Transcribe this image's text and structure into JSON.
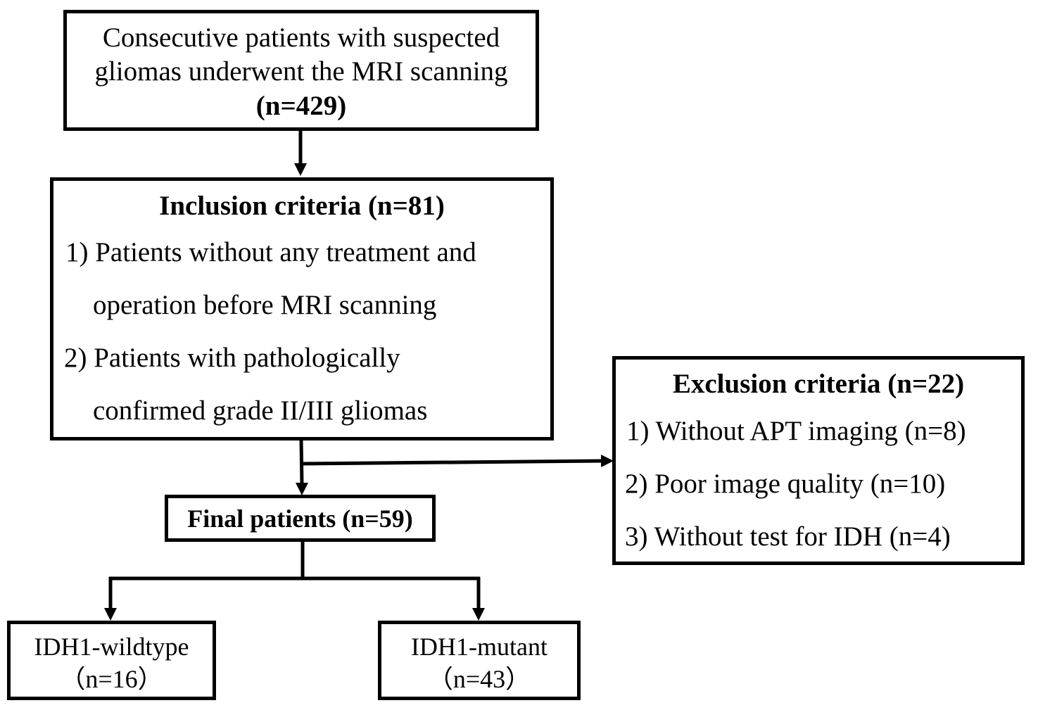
{
  "screening": {
    "line1": "Consecutive patients with suspected",
    "line2": "gliomas underwent the MRI scanning",
    "count": "(n=429)"
  },
  "inclusion": {
    "title": "Inclusion criteria (n=81)",
    "item1_line1": "1) Patients without any treatment and",
    "item1_line2": "operation before MRI scanning",
    "item2_line1": "2) Patients with pathologically",
    "item2_line2": "confirmed grade II/III gliomas"
  },
  "exclusion": {
    "title": "Exclusion criteria (n=22)",
    "item1": "1) Without APT imaging (n=8)",
    "item2": "2) Poor image quality (n=10)",
    "item3": "3) Without test for IDH (n=4)"
  },
  "final": {
    "label": "Final patients (n=59)"
  },
  "wildtype": {
    "label": "IDH1-wildtype",
    "count": "（n=16）"
  },
  "mutant": {
    "label": "IDH1-mutant",
    "count": "（n=43）"
  }
}
